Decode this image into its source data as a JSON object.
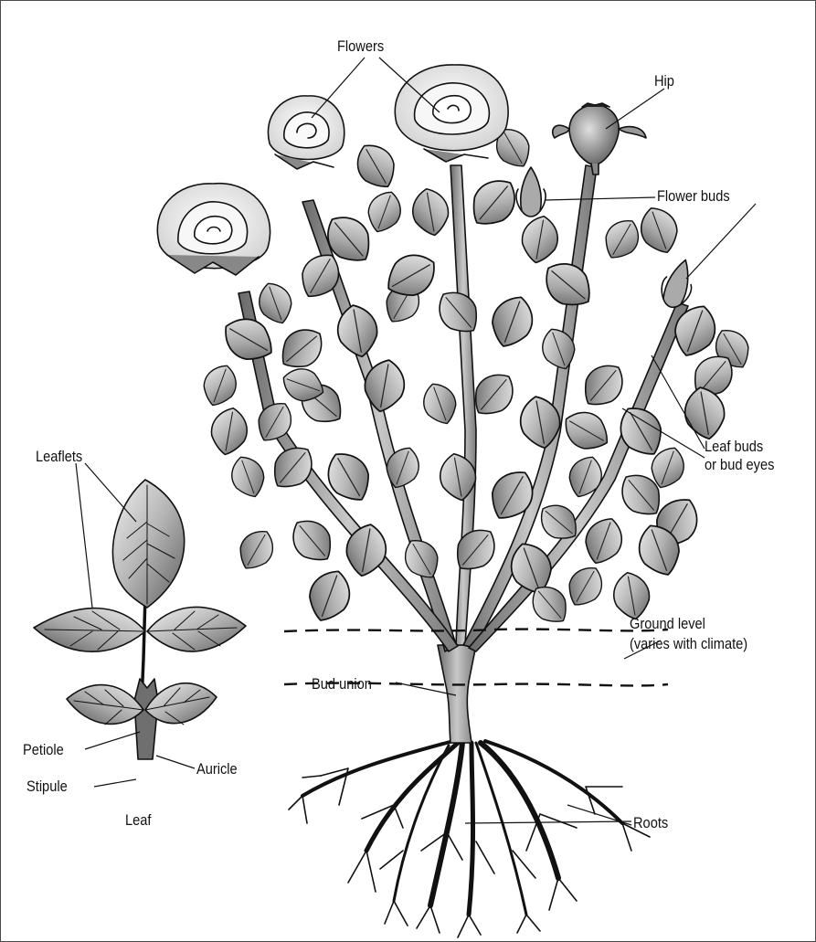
{
  "labels": {
    "flowers": "Flowers",
    "hip": "Hip",
    "flower_buds": "Flower buds",
    "leaflets": "Leaflets",
    "leaf_buds_line1": "Leaf buds",
    "leaf_buds_line2": "or bud eyes",
    "ground_level_line1": "Ground level",
    "ground_level_line2": "(varies with climate)",
    "bud_union": "Bud union",
    "petiole": "Petiole",
    "stipule": "Stipule",
    "auricle": "Auricle",
    "leaf": "Leaf",
    "roots": "Roots"
  },
  "colors": {
    "outline": "#111111",
    "foliage_dark": "#6f6f6f",
    "foliage_mid": "#a9a9a9",
    "foliage_light": "#e4e4e4",
    "stem": "#9a9a9a",
    "petal": "#f4f4f4"
  }
}
